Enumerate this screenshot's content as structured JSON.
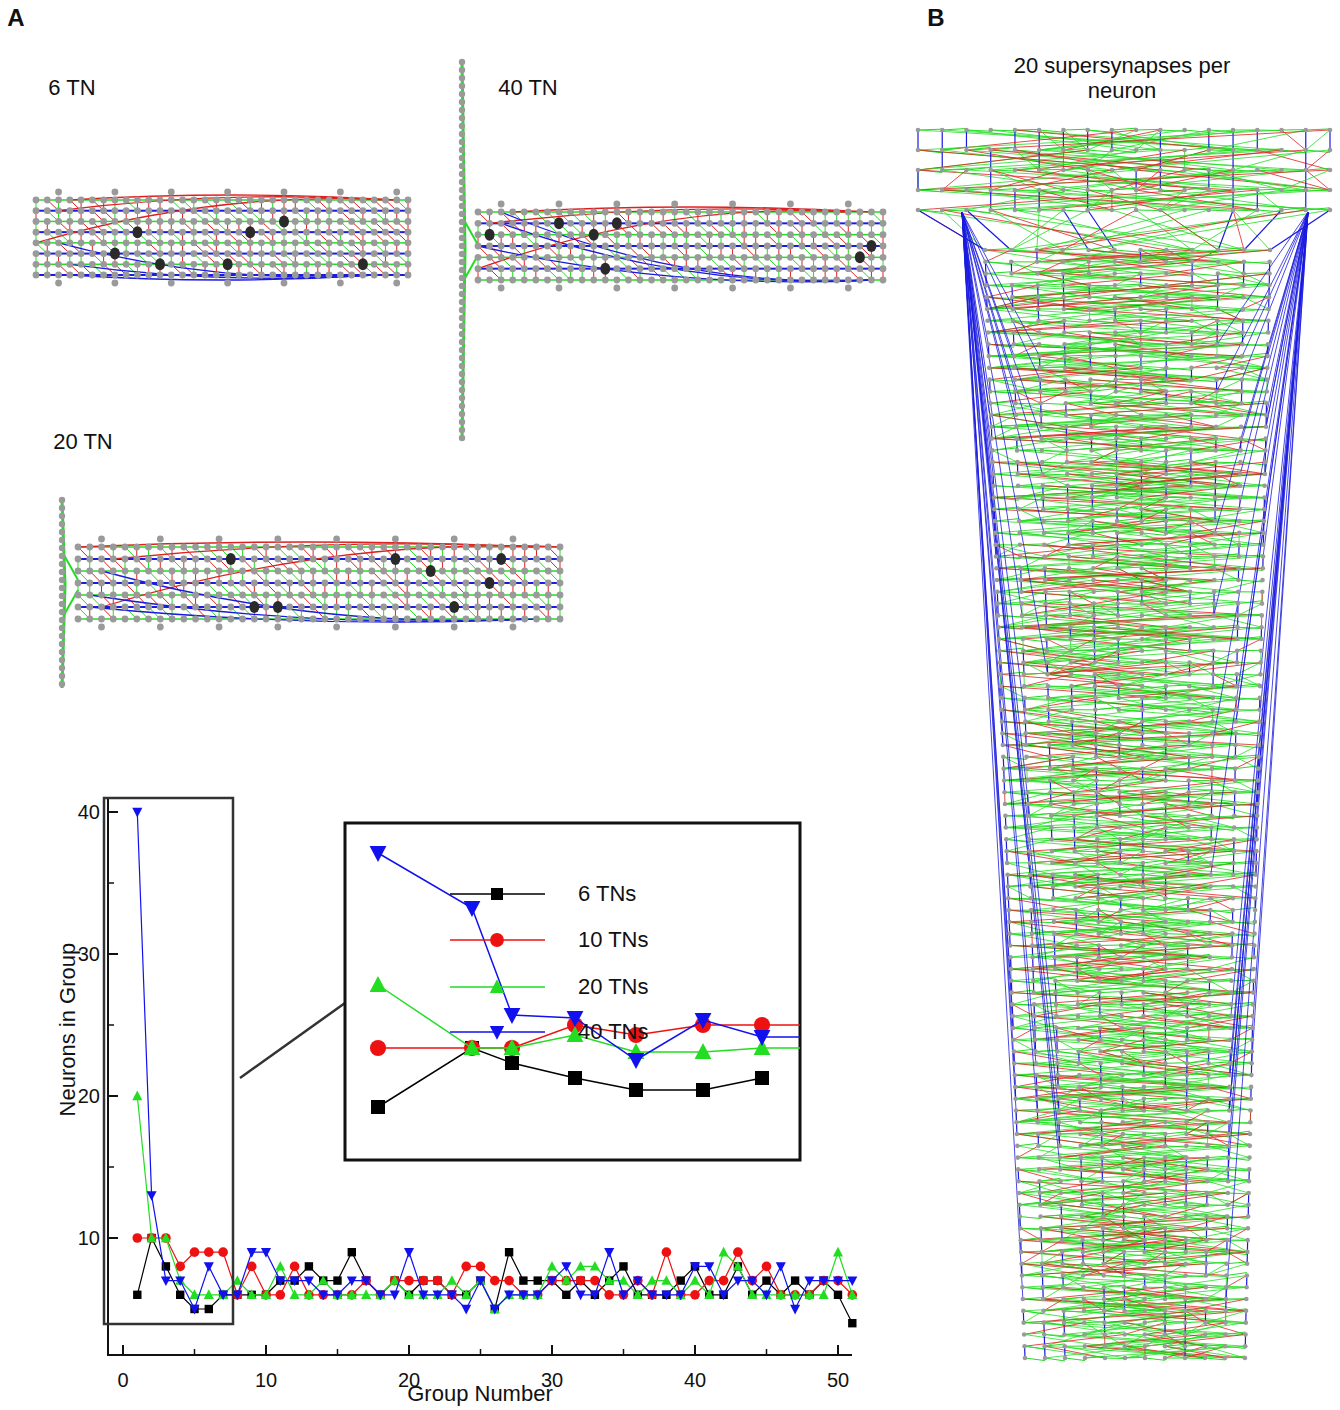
{
  "diagram": {
    "labels": [
      "A",
      "6 TN",
      "40 TN",
      "20 TN",
      "Neurons in Group",
      "40",
      "30",
      "20",
      "10",
      "0",
      "10",
      "20",
      "30",
      "40",
      "50",
      "Group Number",
      "B",
      "20 supersynapses per neuron"
    ],
    "legend": [
      {
        "text": "6 TNs"
      },
      {
        "text": "10 TNs"
      },
      {
        "text": "20 TNs"
      },
      {
        "text": "40 TNs"
      }
    ]
  }
}
